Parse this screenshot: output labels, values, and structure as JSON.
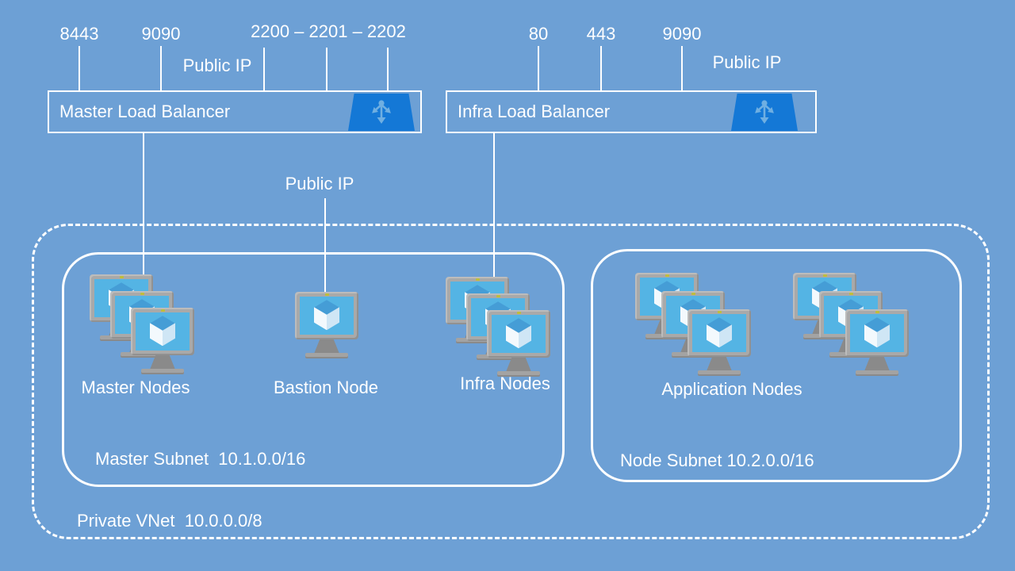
{
  "colors": {
    "background": "#6DA0D5",
    "load_balancer_icon_blue": "#1478D6",
    "vm_screen_blue": "#54B4E4",
    "line_white": "#FFFFFF"
  },
  "master_lb": {
    "label": "Master Load Balancer",
    "ports": [
      "8443",
      "9090",
      "2200 – 2201 – 2202"
    ],
    "public_ip": "Public IP"
  },
  "infra_lb": {
    "label": "Infra Load Balancer",
    "ports": [
      "80",
      "443",
      "9090"
    ],
    "public_ip": "Public IP"
  },
  "bastion": {
    "public_ip": "Public IP",
    "label": "Bastion Node"
  },
  "groups": {
    "master": "Master Nodes",
    "infra": "Infra Nodes",
    "application": "Application Nodes"
  },
  "subnets": {
    "master": "Master Subnet  10.1.0.0/16",
    "node": "Node Subnet 10.2.0.0/16"
  },
  "vnet": {
    "label": "Private VNet  10.0.0.0/8"
  }
}
